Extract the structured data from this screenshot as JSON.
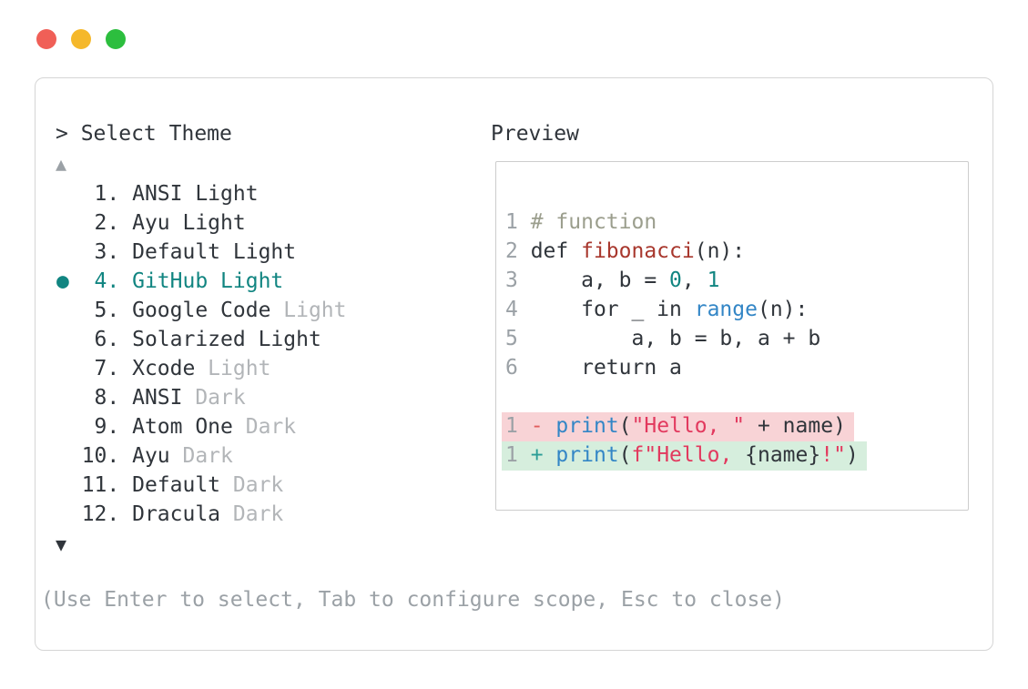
{
  "window": {
    "controls": [
      {
        "name": "close",
        "color_key": "traffic_red"
      },
      {
        "name": "minimize",
        "color_key": "traffic_yellow"
      },
      {
        "name": "zoom",
        "color_key": "traffic_green"
      }
    ]
  },
  "dialog": {
    "title": "> Select Theme",
    "scroll_up_indicator": "▲",
    "scroll_down_indicator": "▼",
    "footer_hint": "(Use Enter to select, Tab to configure scope, Esc to close)"
  },
  "theme_list": {
    "selected_marker": "●",
    "selected_item": "GitHub Light",
    "items": [
      {
        "number": " 1.",
        "label": "ANSI Light",
        "muted_suffix": "",
        "selected": false
      },
      {
        "number": " 2.",
        "label": "Ayu Light",
        "muted_suffix": "",
        "selected": false
      },
      {
        "number": " 3.",
        "label": "Default Light",
        "muted_suffix": "",
        "selected": false
      },
      {
        "number": " 4.",
        "label": "GitHub Light",
        "muted_suffix": "",
        "selected": true
      },
      {
        "number": " 5.",
        "label": "Google Code",
        "muted_suffix": "Light",
        "selected": false
      },
      {
        "number": " 6.",
        "label": "Solarized Light",
        "muted_suffix": "",
        "selected": false
      },
      {
        "number": " 7.",
        "label": "Xcode",
        "muted_suffix": "Light",
        "selected": false
      },
      {
        "number": " 8.",
        "label": "ANSI",
        "muted_suffix": "Dark",
        "selected": false
      },
      {
        "number": " 9.",
        "label": "Atom One",
        "muted_suffix": "Dark",
        "selected": false
      },
      {
        "number": "10.",
        "label": "Ayu",
        "muted_suffix": "Dark",
        "selected": false
      },
      {
        "number": "11.",
        "label": "Default",
        "muted_suffix": "Dark",
        "selected": false
      },
      {
        "number": "12.",
        "label": "Dracula",
        "muted_suffix": "Dark",
        "selected": false
      }
    ]
  },
  "preview": {
    "label": "Preview",
    "code_lines": [
      {
        "num": "1",
        "tokens": [
          {
            "t": "# function",
            "c": "comment"
          }
        ]
      },
      {
        "num": "2",
        "tokens": [
          {
            "t": "def ",
            "c": "fg"
          },
          {
            "t": "fibonacci",
            "c": "func"
          },
          {
            "t": "(n):",
            "c": "fg"
          }
        ]
      },
      {
        "num": "3",
        "tokens": [
          {
            "t": "    a, b = ",
            "c": "fg"
          },
          {
            "t": "0",
            "c": "num"
          },
          {
            "t": ", ",
            "c": "fg"
          },
          {
            "t": "1",
            "c": "num"
          }
        ]
      },
      {
        "num": "4",
        "tokens": [
          {
            "t": "    for _ in ",
            "c": "fg"
          },
          {
            "t": "range",
            "c": "blue"
          },
          {
            "t": "(n):",
            "c": "fg"
          }
        ]
      },
      {
        "num": "5",
        "tokens": [
          {
            "t": "        a, b = b, a + b",
            "c": "fg"
          }
        ]
      },
      {
        "num": "6",
        "tokens": [
          {
            "t": "    return a",
            "c": "fg"
          }
        ]
      }
    ],
    "diff_lines": [
      {
        "num": "1",
        "kind": "removed",
        "sign": "-",
        "tokens": [
          {
            "t": "print",
            "c": "blue"
          },
          {
            "t": "(",
            "c": "fg"
          },
          {
            "t": "\"Hello, \"",
            "c": "str"
          },
          {
            "t": " + name)",
            "c": "fg"
          }
        ]
      },
      {
        "num": "1",
        "kind": "added",
        "sign": "+",
        "tokens": [
          {
            "t": "print",
            "c": "blue"
          },
          {
            "t": "(",
            "c": "fg"
          },
          {
            "t": "f\"Hello, ",
            "c": "str"
          },
          {
            "t": "{name}",
            "c": "fg"
          },
          {
            "t": "!\"",
            "c": "str"
          },
          {
            "t": ")",
            "c": "fg"
          }
        ]
      }
    ]
  },
  "colors": {
    "fg": "#30353b",
    "gray": "#9ba1a6",
    "muted": "#b2b5b8",
    "comment": "#9b9e8d",
    "accent": "#118581",
    "func_red": "#a8372d",
    "blue": "#3386c6",
    "string_red": "#e2395e",
    "num_teal": "#118581",
    "minus_red": "#e05c5c",
    "plus_teal": "#2a9d96",
    "removed_bg": "#f8d3d6",
    "added_bg": "#d6eedd",
    "border": "#d5d5d5",
    "preview_border": "#cdcdcd",
    "traffic_red": "#f05f57",
    "traffic_yellow": "#f5b82b",
    "traffic_green": "#2cbe3e"
  }
}
